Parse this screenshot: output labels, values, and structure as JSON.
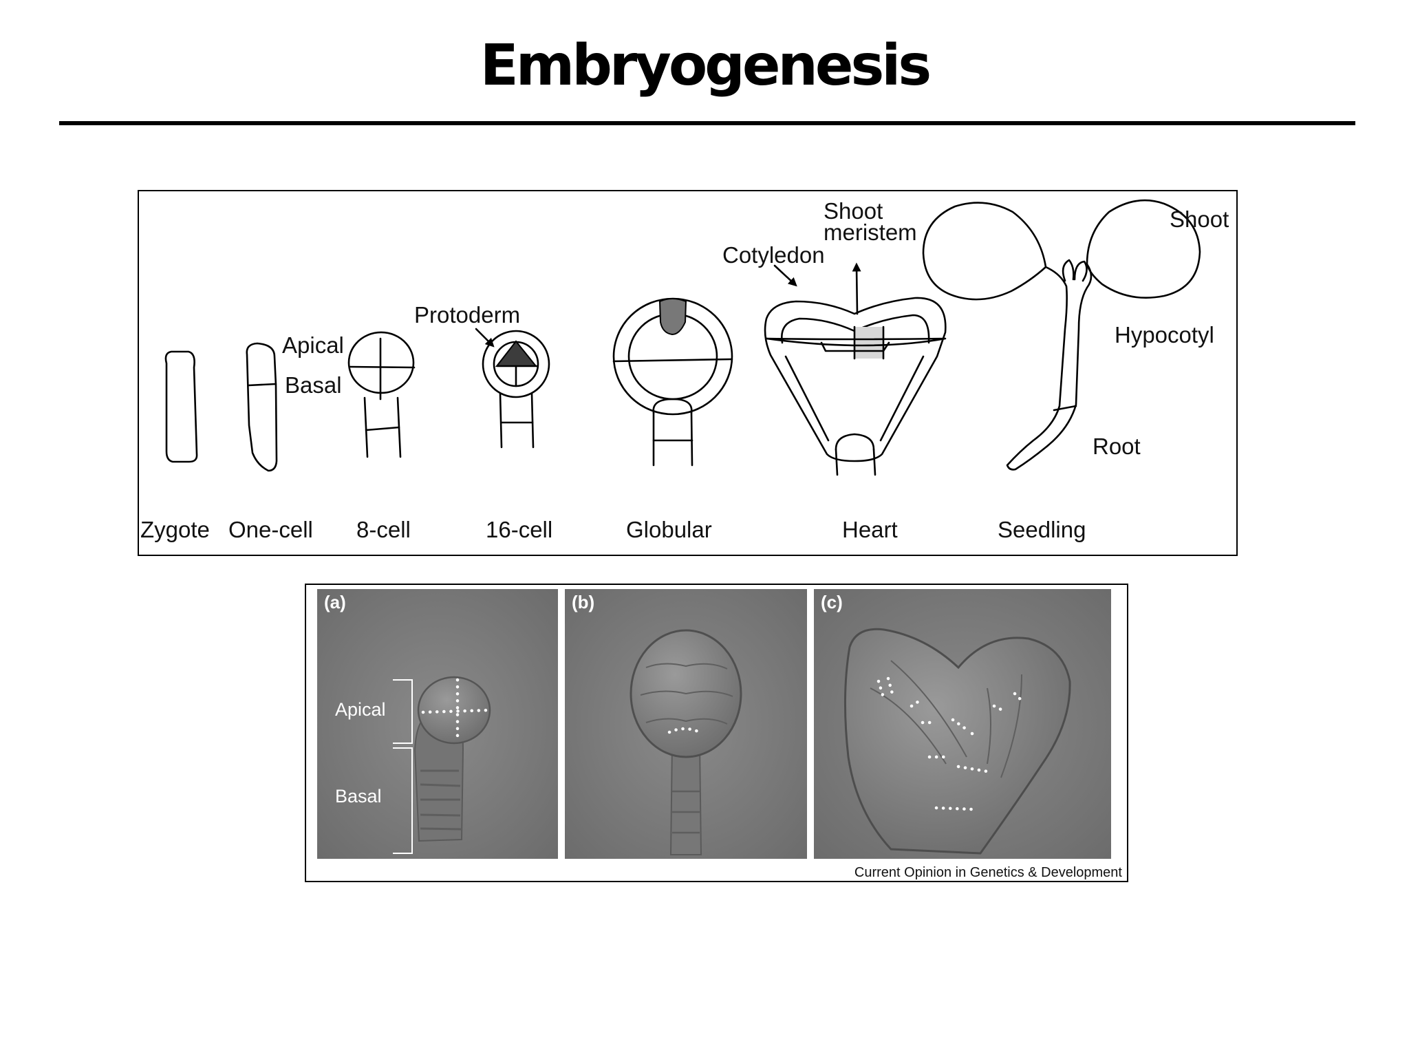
{
  "slide": {
    "title": "Embryogenesis"
  },
  "stages": {
    "stage_labels": [
      "Zygote",
      "One-cell",
      "8-cell",
      "16-cell",
      "Globular",
      "Heart",
      "Seedling"
    ],
    "annotations": {
      "apical": "Apical",
      "basal": "Basal",
      "protoderm": "Protoderm",
      "shoot_meristem_1": "Shoot",
      "shoot_meristem_2": "meristem",
      "cotyledon": "Cotyledon",
      "shoot": "Shoot",
      "hypocotyl": "Hypocotyl",
      "root": "Root"
    }
  },
  "micrographs": {
    "panels": [
      {
        "label": "(a)",
        "apical": "Apical",
        "basal": "Basal"
      },
      {
        "label": "(b)"
      },
      {
        "label": "(c)"
      }
    ],
    "credit": "Current Opinion in Genetics & Development"
  }
}
